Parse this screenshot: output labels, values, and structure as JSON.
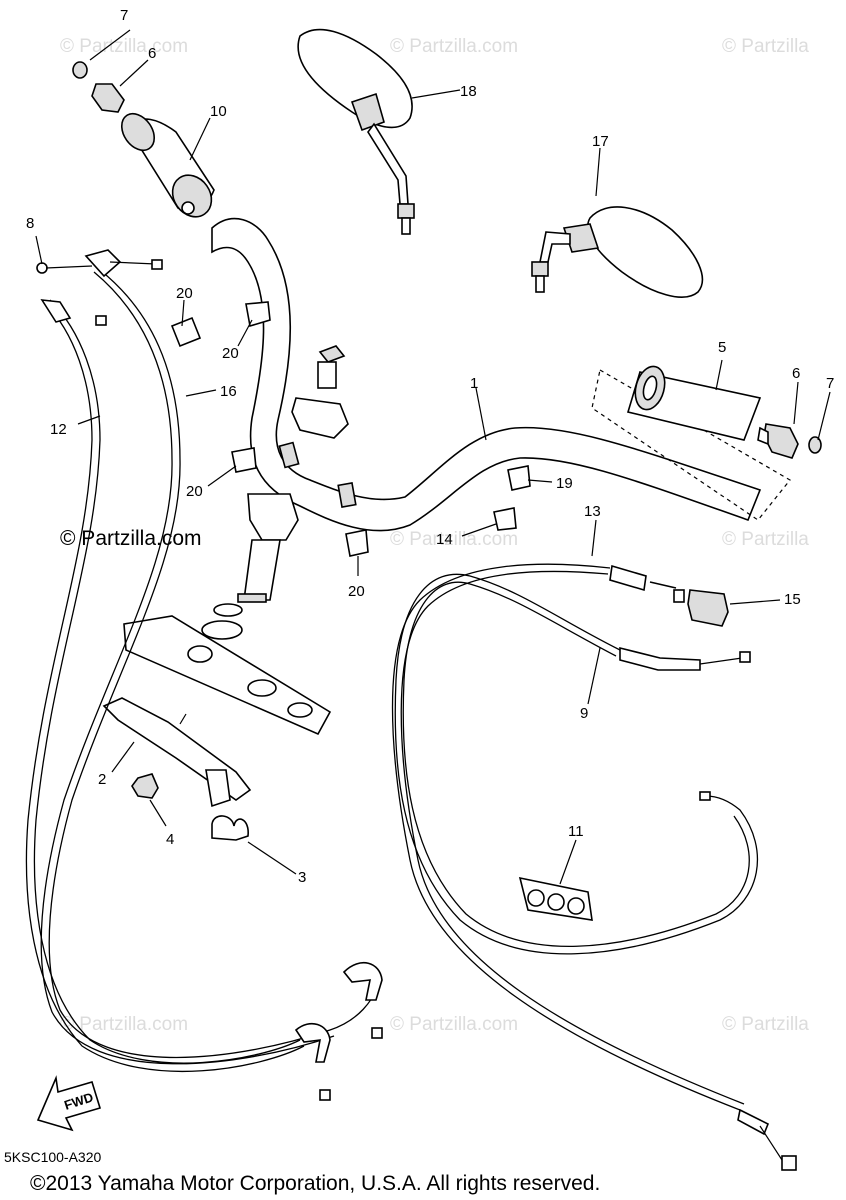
{
  "watermarks": {
    "small": "© Partzilla.com",
    "corner": "© Partzilla",
    "large": "© Partzilla.com"
  },
  "callouts": [
    {
      "id": "1",
      "label": "1"
    },
    {
      "id": "2",
      "label": "2"
    },
    {
      "id": "3",
      "label": "3"
    },
    {
      "id": "4",
      "label": "4"
    },
    {
      "id": "5",
      "label": "5"
    },
    {
      "id": "6a",
      "label": "6"
    },
    {
      "id": "6b",
      "label": "6"
    },
    {
      "id": "7a",
      "label": "7"
    },
    {
      "id": "7b",
      "label": "7"
    },
    {
      "id": "8",
      "label": "8"
    },
    {
      "id": "9",
      "label": "9"
    },
    {
      "id": "10",
      "label": "10"
    },
    {
      "id": "11",
      "label": "11"
    },
    {
      "id": "12",
      "label": "12"
    },
    {
      "id": "13",
      "label": "13"
    },
    {
      "id": "14",
      "label": "14"
    },
    {
      "id": "15",
      "label": "15"
    },
    {
      "id": "16",
      "label": "16"
    },
    {
      "id": "17",
      "label": "17"
    },
    {
      "id": "18",
      "label": "18"
    },
    {
      "id": "19",
      "label": "19"
    },
    {
      "id": "20a",
      "label": "20"
    },
    {
      "id": "20b",
      "label": "20"
    },
    {
      "id": "20c",
      "label": "20"
    },
    {
      "id": "20d",
      "label": "20"
    }
  ],
  "fwd_label": "FWD",
  "diagram_code": "5KSC100-A320",
  "copyright": "©2013 Yamaha Motor Corporation, U.S.A. All rights reserved."
}
